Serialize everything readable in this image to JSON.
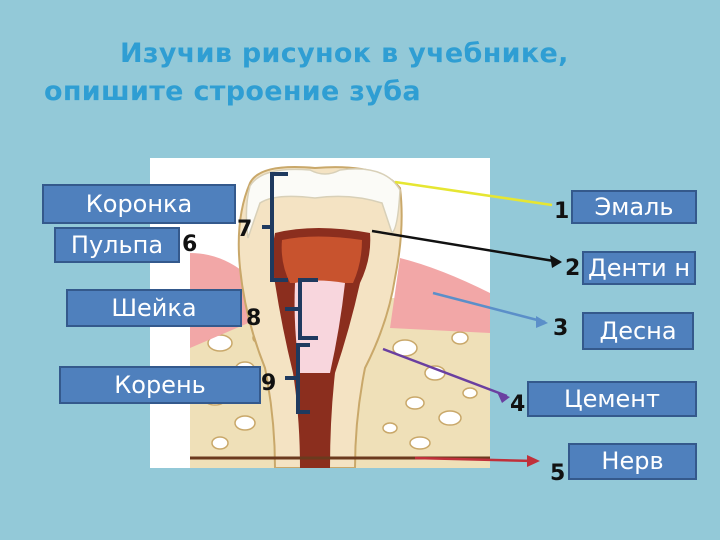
{
  "title": {
    "line1": "Изучив рисунок в учебнике,",
    "line2": "опишите строение зуба"
  },
  "left_labels": {
    "crown": "Коронка",
    "pulp": "Пульпа",
    "neck": "Шейка",
    "root": "Корень"
  },
  "right_labels": {
    "enamel": "Эмаль",
    "dentin": "Денти н",
    "gum": "Десна",
    "cement": "Цемент",
    "nerve": "Нерв"
  },
  "numbers": {
    "n1": "1",
    "n2": "2",
    "n3": "3",
    "n4": "4",
    "n5": "5",
    "n6": "6",
    "n7": "7",
    "n8": "8",
    "n9": "9"
  },
  "colors": {
    "background": "#93c9d8",
    "title": "#2f9ed3",
    "label_box": "#4f80bd",
    "bracket": "#1f3a5f",
    "enamel_line": "#e6e632",
    "dentin_line": "#111111",
    "gum_line": "#5b8fc9",
    "cement_line": "#6a3fa0",
    "nerve_line": "#c0303a"
  }
}
